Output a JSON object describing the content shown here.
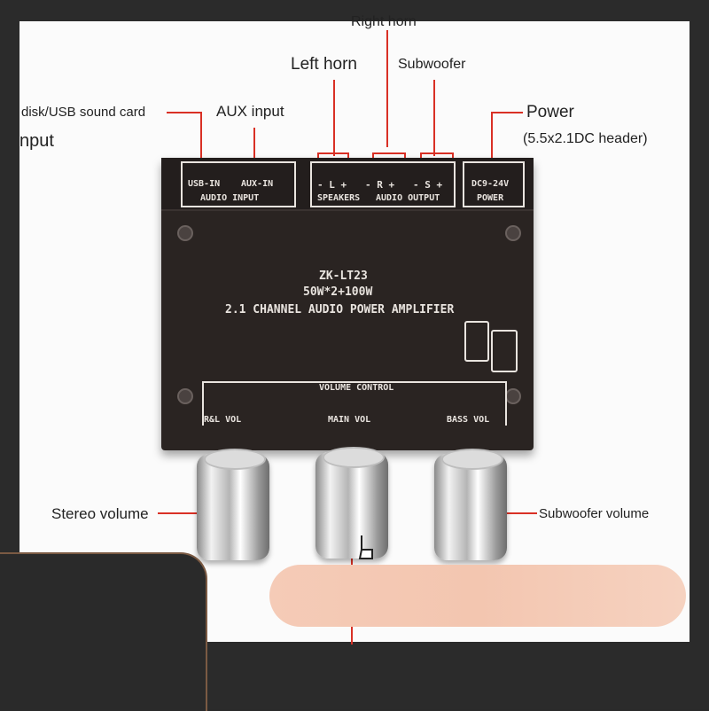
{
  "labels": {
    "right_horn": "Right horn",
    "left_horn": "Left horn",
    "subwoofer": "Subwoofer",
    "usb_input": "disk/USB sound card",
    "input": "nput",
    "aux_input": "AUX input",
    "power": "Power",
    "power_note": "(5.5x2.1DC header)",
    "stereo_volume": "Stereo volume",
    "subwoofer_volume": "Subwoofer volume"
  },
  "board": {
    "model": "ZK-LT23",
    "power_rating": "50W*2+100W",
    "description": "2.1 CHANNEL AUDIO POWER AMPLIFIER",
    "top_connectors": {
      "usb": "USB-IN",
      "aux": "AUX-IN",
      "audio_input": "AUDIO INPUT",
      "speakers": "SPEAKERS",
      "audio_output": "AUDIO OUTPUT",
      "power": "POWER",
      "dc": "DC9-24V",
      "l_pair": "- L +",
      "r_pair": "- R +",
      "s_pair": "- S +"
    },
    "volume_control": "VOLUME CONTROL",
    "knob_labels": [
      "R&L VOL",
      "MAIN VOL",
      "BASS VOL"
    ],
    "minus_plus": [
      "-",
      "+"
    ]
  },
  "colors": {
    "pointer_line": "#d93025",
    "board": "#2a2422",
    "silkscreen": "#e9e4df",
    "banner": "#f3c6b0"
  }
}
